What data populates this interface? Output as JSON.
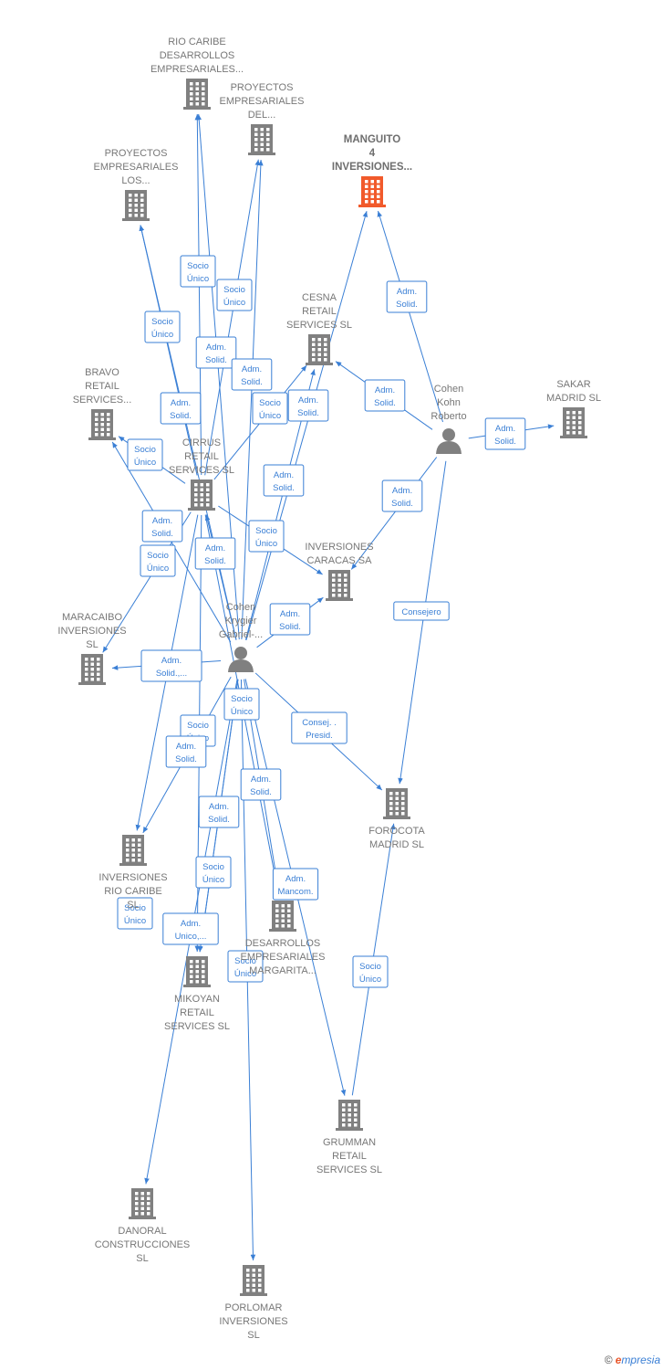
{
  "colors": {
    "edge": "#3a7fd5",
    "node": "#808080",
    "highlight": "#f15a2b",
    "text": "#777777"
  },
  "nodes": [
    {
      "id": "rio_caribe_des",
      "type": "company",
      "lines": [
        "RIO CARIBE",
        "DESARROLLOS",
        "EMPRESARIALES..."
      ]
    },
    {
      "id": "proyectos_del",
      "type": "company",
      "lines": [
        "PROYECTOS",
        "EMPRESARIALES",
        "DEL..."
      ]
    },
    {
      "id": "manguito",
      "type": "company-highlight",
      "lines": [
        "MANGUITO",
        "4",
        "INVERSIONES..."
      ]
    },
    {
      "id": "proyectos_los",
      "type": "company",
      "lines": [
        "PROYECTOS",
        "EMPRESARIALES",
        "LOS..."
      ]
    },
    {
      "id": "cesna",
      "type": "company",
      "lines": [
        "CESNA",
        "RETAIL",
        "SERVICES  SL"
      ]
    },
    {
      "id": "bravo",
      "type": "company",
      "lines": [
        "BRAVO",
        "RETAIL",
        "SERVICES..."
      ]
    },
    {
      "id": "cohen_kohn",
      "type": "person",
      "lines": [
        "Cohen",
        "Kohn",
        "Roberto"
      ]
    },
    {
      "id": "sakar",
      "type": "company",
      "lines": [
        "SAKAR",
        "MADRID  SL"
      ]
    },
    {
      "id": "cirrus",
      "type": "company",
      "lines": [
        "CIRRUS",
        "RETAIL",
        "SERVICES  SL"
      ]
    },
    {
      "id": "inv_caracas",
      "type": "company",
      "lines": [
        "INVERSIONES",
        "CARACAS SA"
      ]
    },
    {
      "id": "cohen_krygier",
      "type": "person",
      "lines": [
        "Cohen",
        "Krygier",
        "Gabriel-..."
      ]
    },
    {
      "id": "maracaibo",
      "type": "company",
      "lines": [
        "MARACAIBO",
        "INVERSIONES",
        "SL"
      ]
    },
    {
      "id": "forocota",
      "type": "company",
      "lines": [
        "FOROCOTA",
        "MADRID SL"
      ]
    },
    {
      "id": "inv_rio_caribe",
      "type": "company",
      "lines": [
        "INVERSIONES",
        "RIO CARIBE",
        "SL"
      ]
    },
    {
      "id": "des_margarita",
      "type": "company",
      "lines": [
        "DESARROLLOS",
        "EMPRESARIALES",
        "MARGARITA..."
      ]
    },
    {
      "id": "mikoyan",
      "type": "company",
      "lines": [
        "MIKOYAN",
        "RETAIL",
        "SERVICES  SL"
      ]
    },
    {
      "id": "grumman",
      "type": "company",
      "lines": [
        "GRUMMAN",
        "RETAIL",
        "SERVICES  SL"
      ]
    },
    {
      "id": "danoral",
      "type": "company",
      "lines": [
        "DANORAL",
        "CONSTRUCCIONES",
        "SL"
      ]
    },
    {
      "id": "porlomar",
      "type": "company",
      "lines": [
        "PORLOMAR",
        "INVERSIONES",
        "SL"
      ]
    }
  ],
  "edges": [
    {
      "from": "cohen_kohn",
      "to": "manguito",
      "label": [
        "Adm.",
        "Solid."
      ]
    },
    {
      "from": "cohen_kohn",
      "to": "cesna",
      "label": [
        "Adm.",
        "Solid."
      ]
    },
    {
      "from": "cohen_kohn",
      "to": "sakar",
      "label": [
        "Adm.",
        "Solid."
      ]
    },
    {
      "from": "cohen_kohn",
      "to": "inv_caracas",
      "label": [
        "Adm.",
        "Solid."
      ]
    },
    {
      "from": "cohen_kohn",
      "to": "forocota",
      "label": [
        "Consejero"
      ]
    },
    {
      "from": "cirrus",
      "to": "rio_caribe_des",
      "label": [
        "Socio",
        "Único"
      ]
    },
    {
      "from": "cirrus",
      "to": "proyectos_del",
      "label": [
        "Socio",
        "Único"
      ]
    },
    {
      "from": "cirrus",
      "to": "proyectos_los",
      "label": [
        "Socio",
        "Único"
      ]
    },
    {
      "from": "cirrus",
      "to": "bravo",
      "label": [
        "Socio",
        "Único"
      ]
    },
    {
      "from": "cirrus",
      "to": "cesna",
      "label": [
        "Socio",
        "Único"
      ]
    },
    {
      "from": "cirrus",
      "to": "inv_caracas",
      "label": [
        "Socio",
        "Único"
      ]
    },
    {
      "from": "cirrus",
      "to": "maracaibo",
      "label": [
        "Socio",
        "Único"
      ]
    },
    {
      "from": "cirrus",
      "to": "inv_rio_caribe",
      "label": [
        "Socio",
        "Único"
      ]
    },
    {
      "from": "cirrus",
      "to": "mikoyan",
      "label": [
        "Socio",
        "Único"
      ]
    },
    {
      "from": "cirrus",
      "to": "des_margarita",
      "label": [
        "Socio",
        "Único"
      ]
    },
    {
      "from": "cohen_krygier",
      "to": "rio_caribe_des",
      "label": [
        "Adm.",
        "Solid."
      ]
    },
    {
      "from": "cohen_krygier",
      "to": "proyectos_del",
      "label": [
        "Adm.",
        "Solid."
      ]
    },
    {
      "from": "cohen_krygier",
      "to": "proyectos_los",
      "label": [
        "Adm.",
        "Solid."
      ]
    },
    {
      "from": "cohen_krygier",
      "to": "cesna",
      "label": [
        "Adm.",
        "Solid."
      ]
    },
    {
      "from": "cohen_krygier",
      "to": "manguito",
      "label": [
        "Adm.",
        "Solid."
      ]
    },
    {
      "from": "cohen_krygier",
      "to": "bravo",
      "label": [
        "Adm.",
        "Solid."
      ]
    },
    {
      "from": "cohen_krygier",
      "to": "cirrus",
      "label": [
        "Adm.",
        "Solid."
      ]
    },
    {
      "from": "cohen_krygier",
      "to": "inv_caracas",
      "label": [
        "Adm.",
        "Solid."
      ]
    },
    {
      "from": "cohen_krygier",
      "to": "maracaibo",
      "label": [
        "Adm.",
        "Solid.,..."
      ]
    },
    {
      "from": "cohen_krygier",
      "to": "forocota",
      "label": [
        "Consej. .",
        "Presid."
      ]
    },
    {
      "from": "cohen_krygier",
      "to": "inv_rio_caribe",
      "label": [
        "Adm.",
        "Solid."
      ]
    },
    {
      "from": "cohen_krygier",
      "to": "des_margarita",
      "label": [
        "Adm.",
        "Solid."
      ]
    },
    {
      "from": "cohen_krygier",
      "to": "mikoyan",
      "label": [
        "Adm.",
        "Solid."
      ]
    },
    {
      "from": "cohen_krygier",
      "to": "grumman",
      "label": [
        "Adm.",
        "Mancom."
      ]
    },
    {
      "from": "cohen_krygier",
      "to": "danoral",
      "label": [
        "Adm.",
        "Unico,..."
      ]
    },
    {
      "from": "cohen_krygier",
      "to": "porlomar",
      "label": [
        "Socio",
        "Único"
      ]
    },
    {
      "from": "cohen_krygier",
      "to": "mikoyan",
      "label": [
        "Socio",
        "Único"
      ]
    },
    {
      "from": "grumman",
      "to": "forocota",
      "label": [
        "Socio",
        "Único"
      ]
    }
  ],
  "footer": {
    "copyright": "©",
    "brand_initial": "e",
    "brand_rest": "mpresia"
  }
}
